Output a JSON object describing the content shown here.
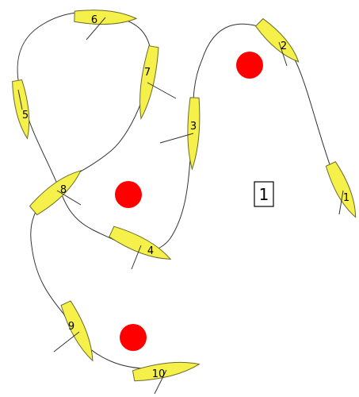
{
  "diagram": {
    "panel_label": "1",
    "colors": {
      "boat_fill": "#f5f04a",
      "boat_stroke": "#6b6b2a",
      "mark": "#ff0000",
      "track": "#333333",
      "background": "#ffffff"
    },
    "boats": [
      {
        "label": "1"
      },
      {
        "label": "2"
      },
      {
        "label": "3"
      },
      {
        "label": "4"
      },
      {
        "label": "5"
      },
      {
        "label": "6"
      },
      {
        "label": "7"
      },
      {
        "label": "8"
      },
      {
        "label": "9"
      },
      {
        "label": "10"
      }
    ],
    "marks": [
      {
        "name": "upper-mark"
      },
      {
        "name": "middle-mark"
      },
      {
        "name": "lower-mark"
      }
    ]
  }
}
